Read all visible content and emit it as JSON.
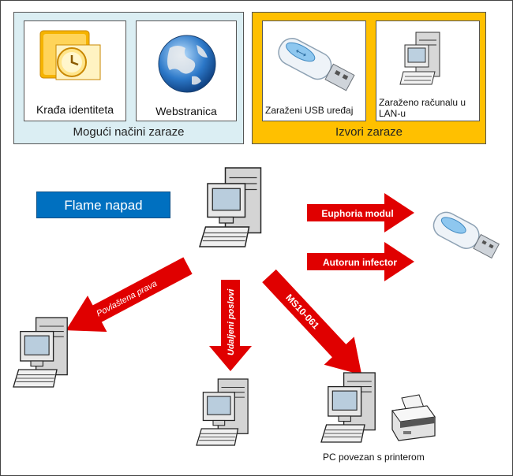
{
  "infection_methods": {
    "group_label": "Mogući načini zaraze",
    "identity_theft": "Krađa identiteta",
    "website": "Webstranica"
  },
  "infection_sources": {
    "group_label": "Izvori zaraze",
    "usb": "Zaraženi USB uređaj",
    "lan_line1": "Zaraženo računalu u",
    "lan_line2": "LAN-u"
  },
  "attack": {
    "title": "Flame napad",
    "euphoria": "Euphoria modul",
    "autorun": "Autorun infector",
    "privileges": "Povlaštena prava",
    "remote_jobs": "Udaljeni poslovi",
    "ms10": "MS10-061",
    "printer_caption": "PC povezan s printerom"
  },
  "colors": {
    "arrow": "#e00000",
    "methods_bg": "#dbeef3",
    "sources_bg": "#ffc000",
    "flame_bg": "#0070c0"
  }
}
